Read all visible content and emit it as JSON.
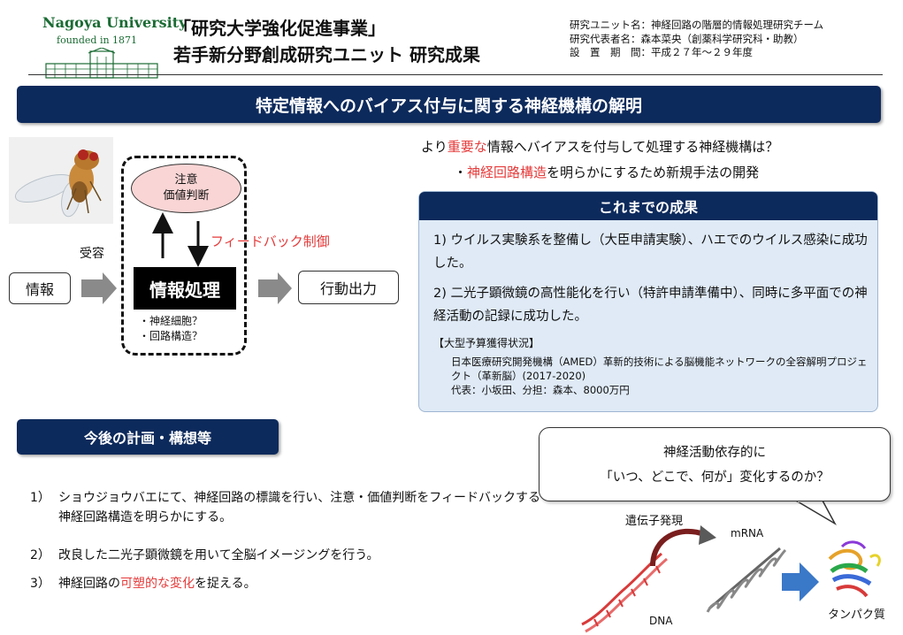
{
  "header": {
    "logo_name": "Nagoya University",
    "logo_founded": "founded in 1871",
    "title_main": "「研究大学強化促進事業」",
    "title_sub": "若手新分野創成研究ユニット 研究成果",
    "meta_unit": "研究ユニット名：神経回路の階層的情報処理研究チーム",
    "meta_rep": "研究代表者名：森本菜央（創薬科学研究科・助教）",
    "meta_period": "設　置　期　間：平成２７年～２９年度"
  },
  "banner_title": "特定情報へのバイアス付与に関する神経機構の解明",
  "diagram": {
    "attention_line1": "注意",
    "attention_line2": "価値判断",
    "feedback": "フィードバック制御",
    "receive": "受容",
    "info": "情報",
    "process": "情報処理",
    "output": "行動出力",
    "q_neuron": "・神経細胞？",
    "q_circuit": "・回路構造？"
  },
  "question": {
    "pre": "より",
    "red": "重要な",
    "post": "情報へバイアスを付与して処理する神経機構は？"
  },
  "method": {
    "pre": "・",
    "red": "神経回路構造",
    "post": "を明らかにするため新規手法の開発"
  },
  "results": {
    "heading": "これまでの成果",
    "item1": "1) ウイルス実験系を整備し（大臣申請実験）、ハエでのウイルス感染に成功した。",
    "item2": "2) 二光子顕微鏡の高性能化を行い（特許申請準備中）、同時に多平面での神経活動の記録に成功した。",
    "budget_heading": "【大型予算獲得状況】",
    "budget_line1": "日本医療研究開発機構（AMED）革新的技術による脳機能ネットワークの全容解明プロジェクト（革新脳）(2017-2020)",
    "budget_line2": "代表：小坂田、分担：森本、8000万円"
  },
  "plans": {
    "heading": "今後の計画・構想等",
    "items": [
      {
        "num": "1）",
        "text": "ショウジョウバエにて、神経回路の標識を行い、注意・価値判断をフィードバックする神経回路構造を明らかにする。"
      },
      {
        "num": "2）",
        "text": "改良した二光子顕微鏡を用いて全脳イメージングを行う。"
      },
      {
        "num": "3）",
        "text_pre": "神経回路の",
        "text_red": "可塑的な変化",
        "text_post": "を捉える。"
      }
    ]
  },
  "bubble": {
    "line1": "神経活動依存的に",
    "line2": "「いつ、どこで、何が」変化するのか？"
  },
  "bio": {
    "gene_expression": "遺伝子発現",
    "mrna": "mRNA",
    "dna": "DNA",
    "protein": "タンパク質"
  },
  "colors": {
    "navy": "#0d2a5c",
    "accent_red": "#e53b3b",
    "logo_green": "#1a6b33",
    "panel_blue": "#dfeaf6"
  }
}
